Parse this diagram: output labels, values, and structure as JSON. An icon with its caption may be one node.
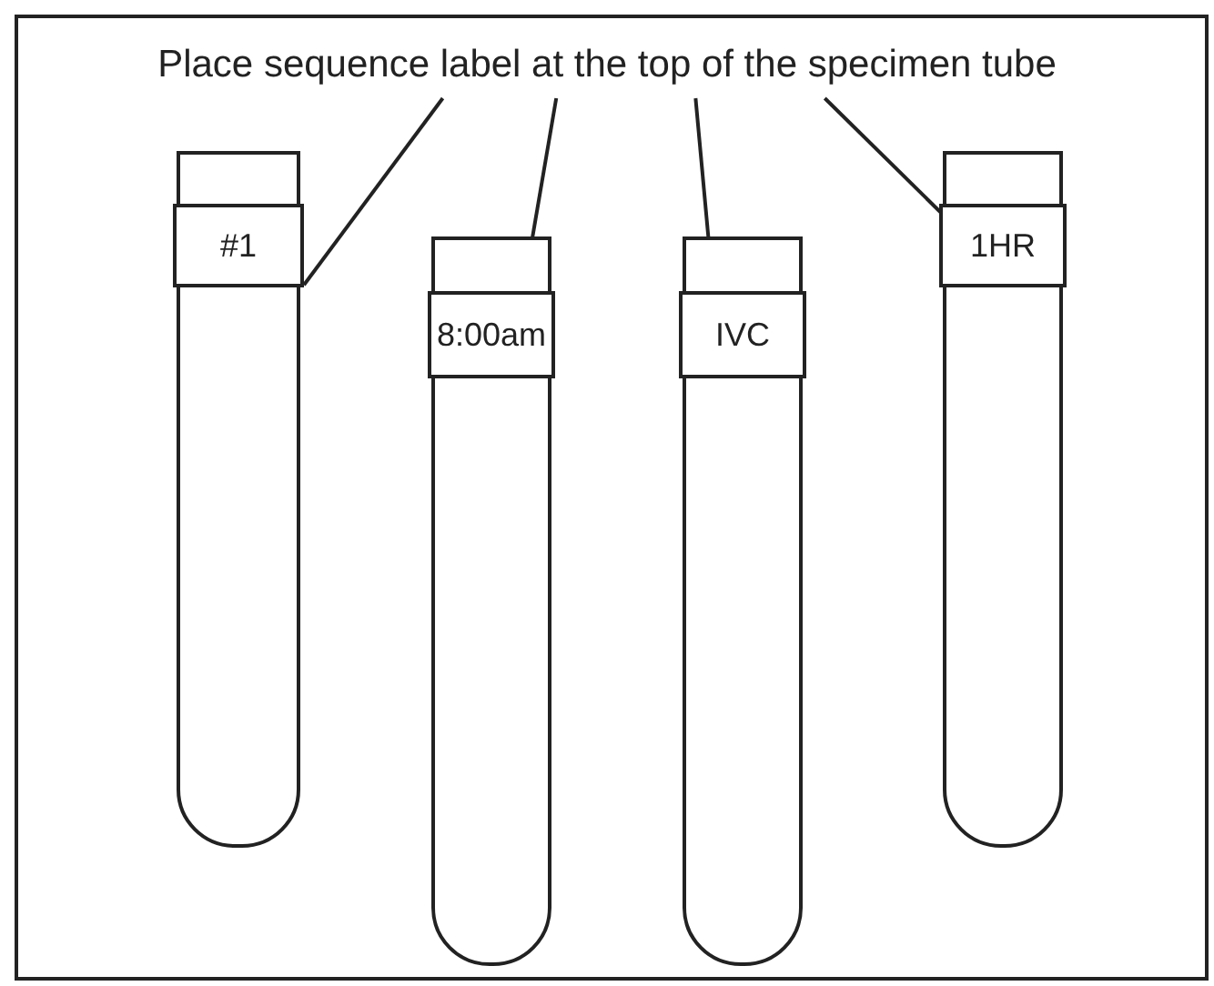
{
  "diagram": {
    "nodes": [
      {
        "text": [
          "Place sequence label at the top of the specimen tube"
        ]
      },
      {
        "text": [],
        "shape": "tube"
      },
      {
        "text": [
          "#1"
        ],
        "in": 1
      },
      {
        "text": [],
        "shape": "tube"
      },
      {
        "text": [
          "8:00am"
        ],
        "in": 3
      },
      {
        "text": [],
        "shape": "tube"
      },
      {
        "text": [
          "IVC"
        ],
        "in": 5
      },
      {
        "text": [],
        "shape": "tube"
      },
      {
        "text": [
          "1HR"
        ],
        "in": 7
      }
    ],
    "edges": [
      {
        "from": 0,
        "to": 2,
        "arrow": "none"
      },
      {
        "from": 0,
        "to": 4,
        "arrow": "none"
      },
      {
        "from": 0,
        "to": 6,
        "arrow": "none"
      },
      {
        "from": 0,
        "to": 8,
        "arrow": "none"
      }
    ]
  }
}
